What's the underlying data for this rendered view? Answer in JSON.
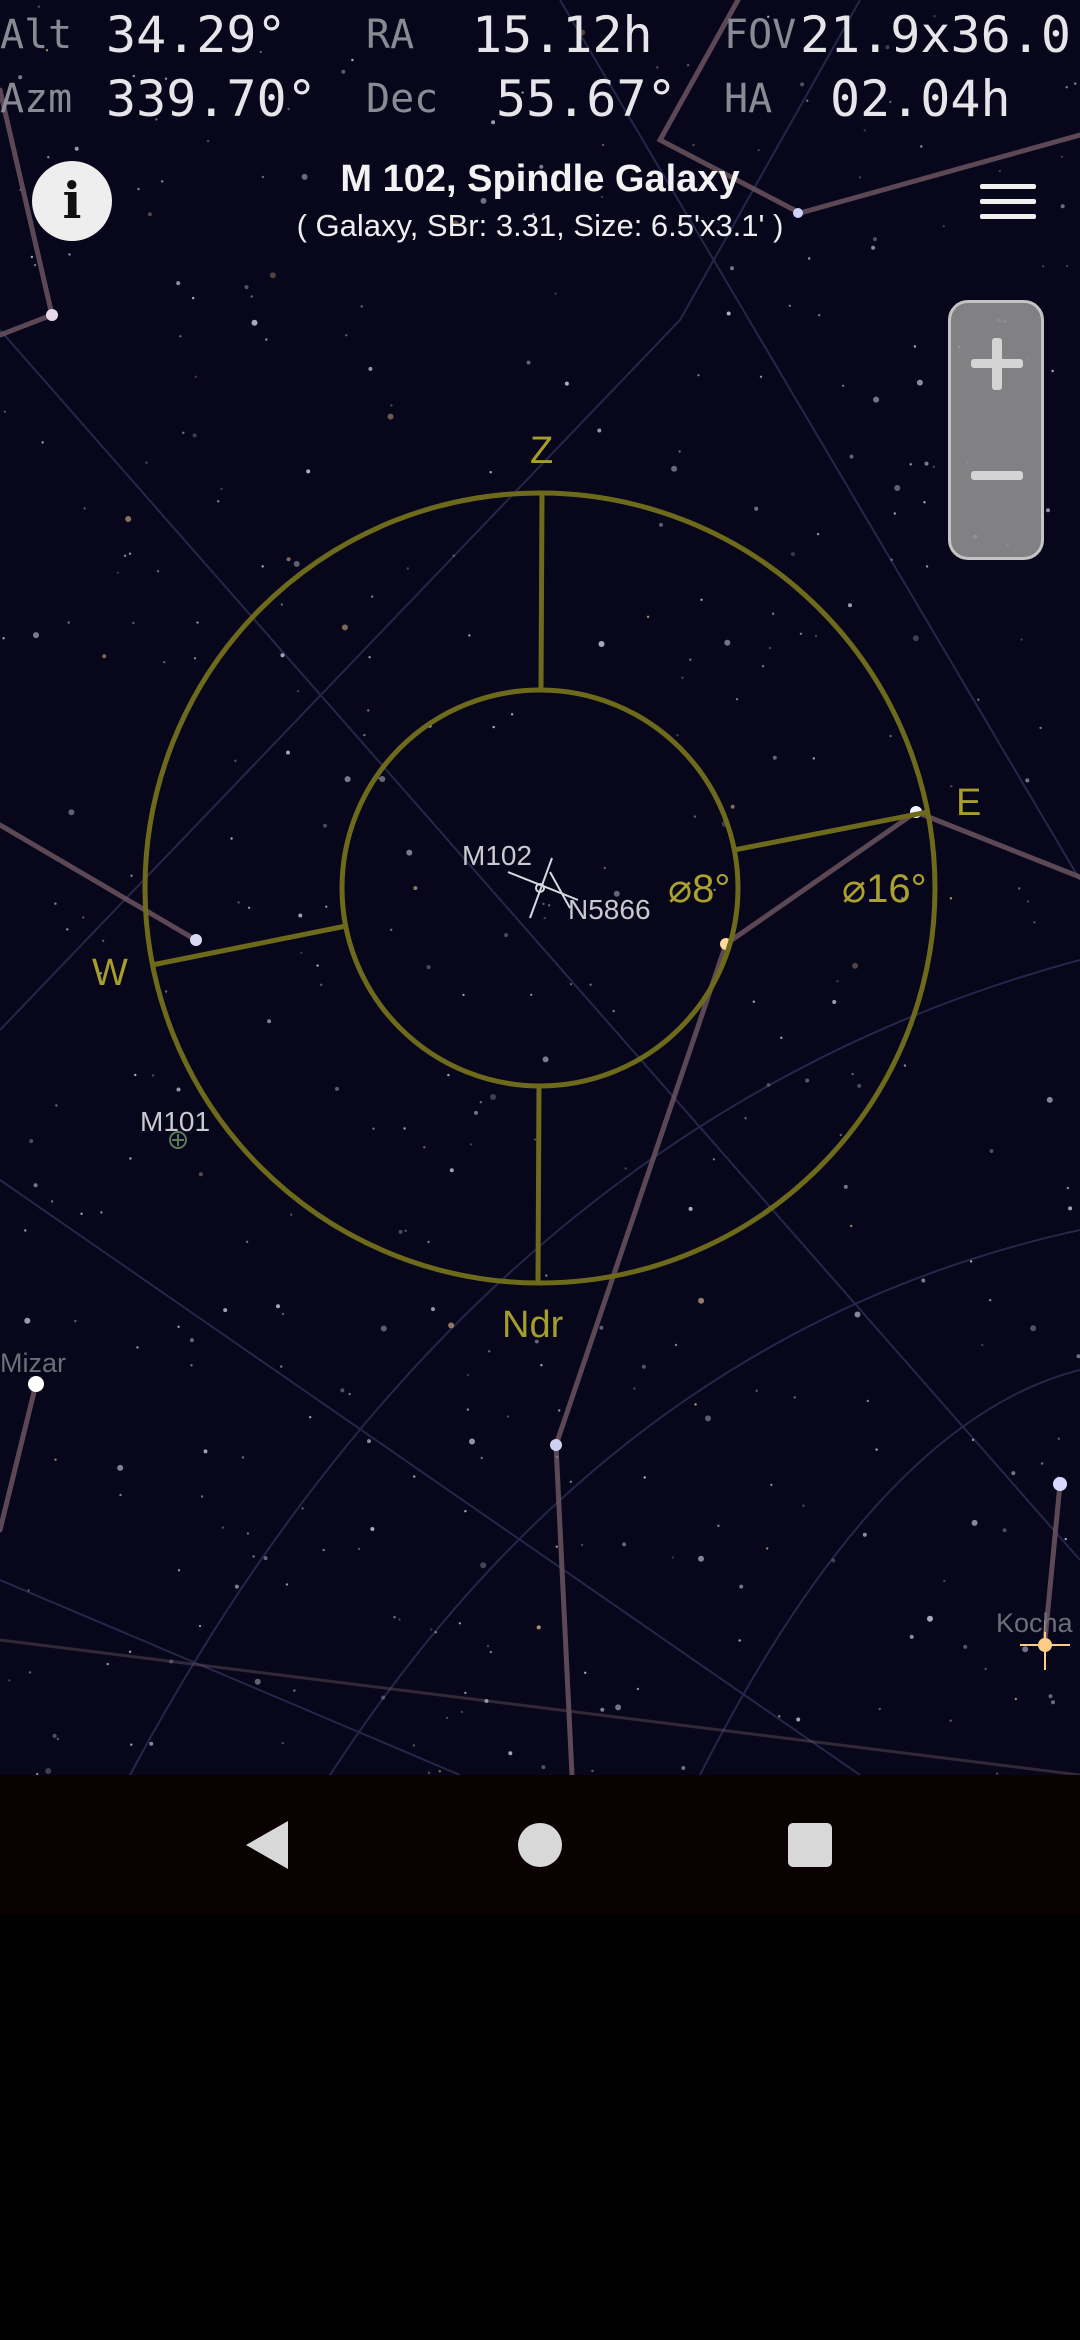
{
  "readout": {
    "alt_label": "Alt",
    "alt_value": "34.29°",
    "ra_label": "RA",
    "ra_value": "15.12h",
    "fov_label": "FOV",
    "fov_value": "21.9x36.0",
    "azm_label": "Azm",
    "azm_value": "339.70°",
    "dec_label": "Dec",
    "dec_value": "55.67°",
    "ha_label": "HA",
    "ha_value": "02.04h"
  },
  "object": {
    "title": "M 102, Spindle Galaxy",
    "subtitle": "( Galaxy, SBr: 3.31, Size: 6.5'x3.1' )"
  },
  "icons": {
    "info": "info-icon",
    "menu": "hamburger-menu-icon",
    "zoom_in": "plus-icon",
    "zoom_out": "minus-icon",
    "back": "triangle-back-icon",
    "home": "circle-home-icon",
    "recents": "square-recents-icon"
  },
  "info_glyph": "i",
  "reticle": {
    "zenith": "Z",
    "nadir": "Ndr",
    "east": "E",
    "west": "W",
    "inner_fov": "⌀8°",
    "outer_fov": "⌀16°"
  },
  "sky_objects": {
    "m102": "M102",
    "n5866": "N5866",
    "m101": "M101",
    "mizar": "Mizar",
    "kochab": "Kocha"
  },
  "colors": {
    "sky_background": "#07061a",
    "reticle": "#6e6a1c",
    "reticle_text": "#a59d2c",
    "constellation_line": "#6b5560",
    "grid_line": "#26264a",
    "navbar": "#0a0202"
  }
}
